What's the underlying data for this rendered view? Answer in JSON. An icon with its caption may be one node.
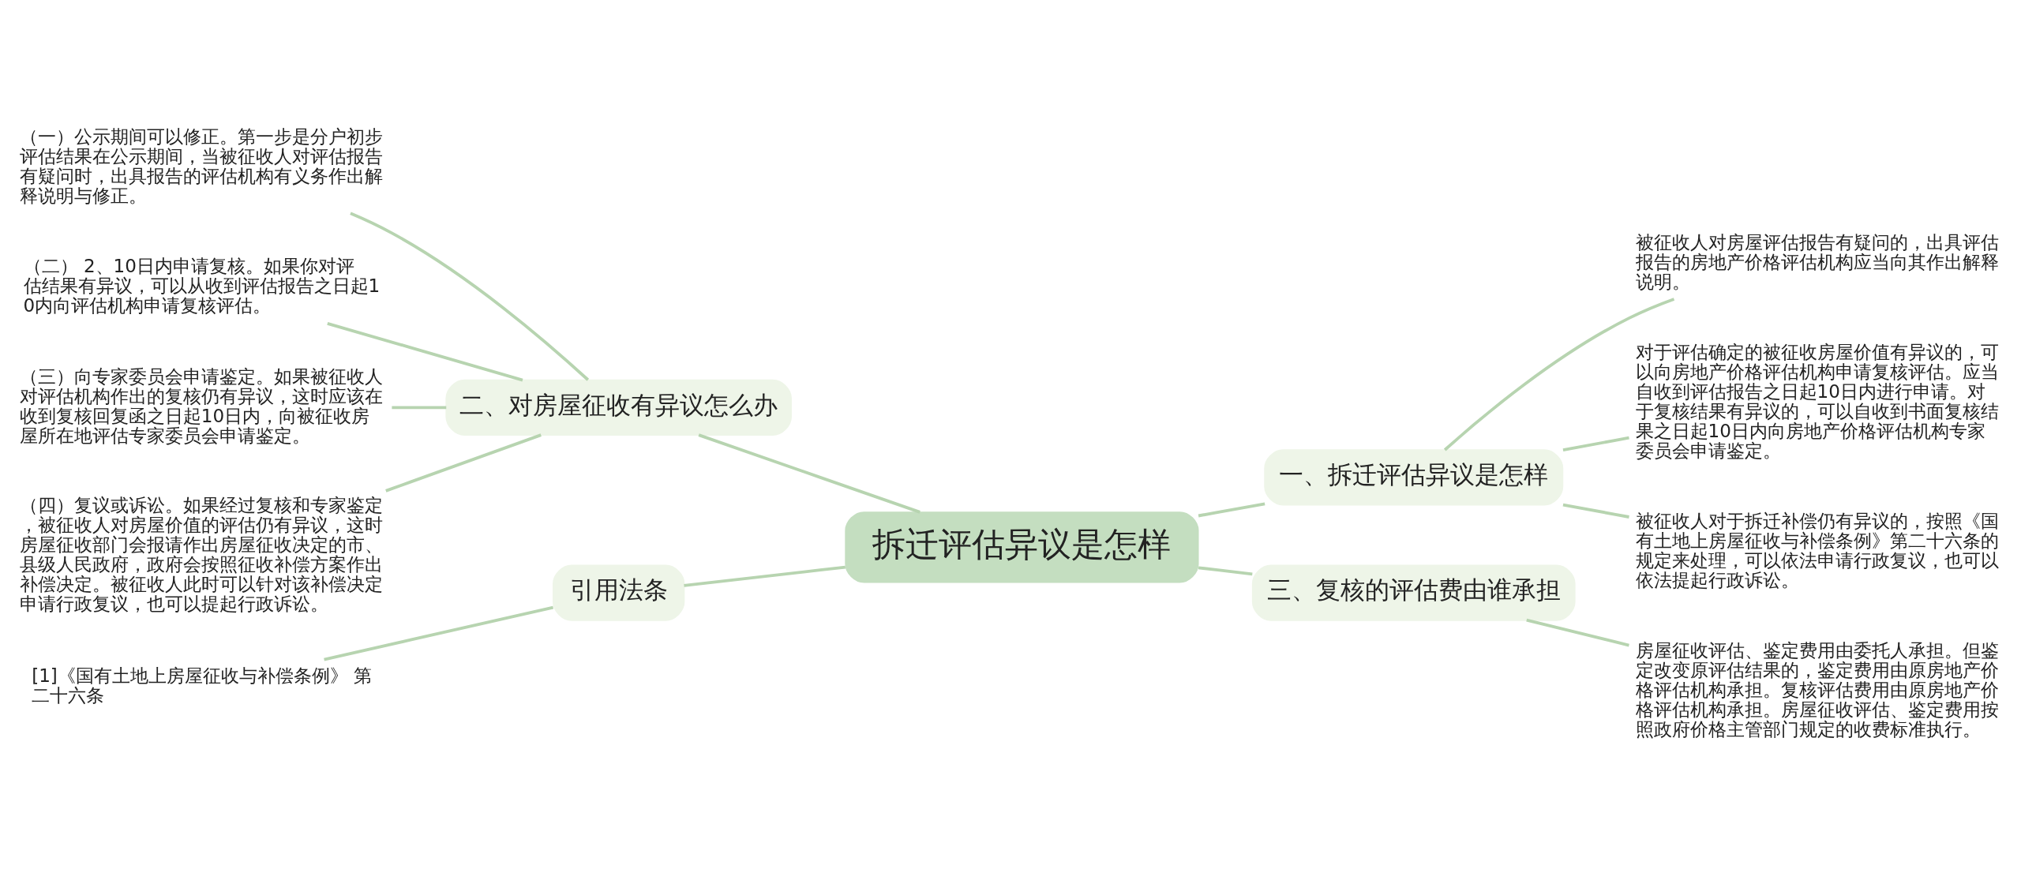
{
  "diagram": {
    "nodes": [
      {
        "text": [
          "拆迁评估异议是怎样"
        ]
      },
      {
        "text": [
          "二、对房屋征收有异议怎么办"
        ]
      },
      {
        "text": [
          "（一）公示期间可以修正。第一步是分户初步评估结果在公示期间，当被征收人对评估报告有疑问时，出具报告的评估机构有义务作出解释说明与修正。"
        ]
      },
      {
        "text": [
          "（二） 2、10日内申请复核。如果你对评估结果有异议，可以从收到评估报告之日起10内向评估机构申请复核评估。"
        ]
      },
      {
        "text": [
          "（三）向专家委员会申请鉴定。如果被征收人对评估机构作出的复核仍有异议，这时应该在收到复核回复函之日起10日内，向被征收房屋所在地评估专家委员会申请鉴定。"
        ]
      },
      {
        "text": [
          "（四）复议或诉讼。如果经过复核和专家鉴定，被征收人对房屋价值的评估仍有异议，这时房屋征收部门会报请作出房屋征收决定的市、县级人民政府，政府会按照征收补偿方案作出补偿决定。被征收人此时可以针对该补偿决定申请行政复议，也可以提起行政诉讼。"
        ]
      },
      {
        "text": [
          "引用法条"
        ]
      },
      {
        "text": [
          "[1]《国有土地上房屋征收与补偿条例》 第二十六条"
        ]
      },
      {
        "text": [
          "一、拆迁评估异议是怎样"
        ]
      },
      {
        "text": [
          "被征收人对房屋评估报告有疑问的，出具评估报告的房地产价格评估机构应当向其作出解释说明。"
        ]
      },
      {
        "text": [
          "对于评估确定的被征收房屋价值有异议的，可以向房地产价格评估机构申请复核评估。应当自收到评估报告之日起10日内进行申请。对于复核结果有异议的，可以自收到书面复核结果之日起10日内向房地产价格评估机构专家委员会申请鉴定。"
        ]
      },
      {
        "text": [
          "被征收人对于拆迁补偿仍有异议的，按照《国有土地上房屋征收与补偿条例》第二十六条的规定来处理，可以依法申请行政复议，也可以依法提起行政诉讼。"
        ]
      },
      {
        "text": [
          "三、复核的评估费由谁承担"
        ]
      },
      {
        "text": [
          "房屋征收评估、鉴定费用由委托人承担。但鉴定改变原评估结果的，鉴定费用由原房地产价格评估机构承担。复核评估费用由原房地产价格评估机构承担。房屋征收评估、鉴定费用按照政府价格主管部门规定的收费标准执行。"
        ]
      }
    ],
    "edges": [
      {
        "from": 1,
        "to": 0,
        "arrow": "none"
      },
      {
        "from": 2,
        "to": 1,
        "arrow": "none"
      },
      {
        "from": 3,
        "to": 1,
        "arrow": "none"
      },
      {
        "from": 4,
        "to": 1,
        "arrow": "none"
      },
      {
        "from": 5,
        "to": 1,
        "arrow": "none"
      },
      {
        "from": 6,
        "to": 0,
        "arrow": "none"
      },
      {
        "from": 7,
        "to": 6,
        "arrow": "none"
      },
      {
        "from": 0,
        "to": 8,
        "arrow": "none"
      },
      {
        "from": 8,
        "to": 9,
        "arrow": "none"
      },
      {
        "from": 8,
        "to": 10,
        "arrow": "none"
      },
      {
        "from": 8,
        "to": 11,
        "arrow": "none"
      },
      {
        "from": 0,
        "to": 12,
        "arrow": "none"
      },
      {
        "from": 12,
        "to": 13,
        "arrow": "none"
      }
    ]
  }
}
